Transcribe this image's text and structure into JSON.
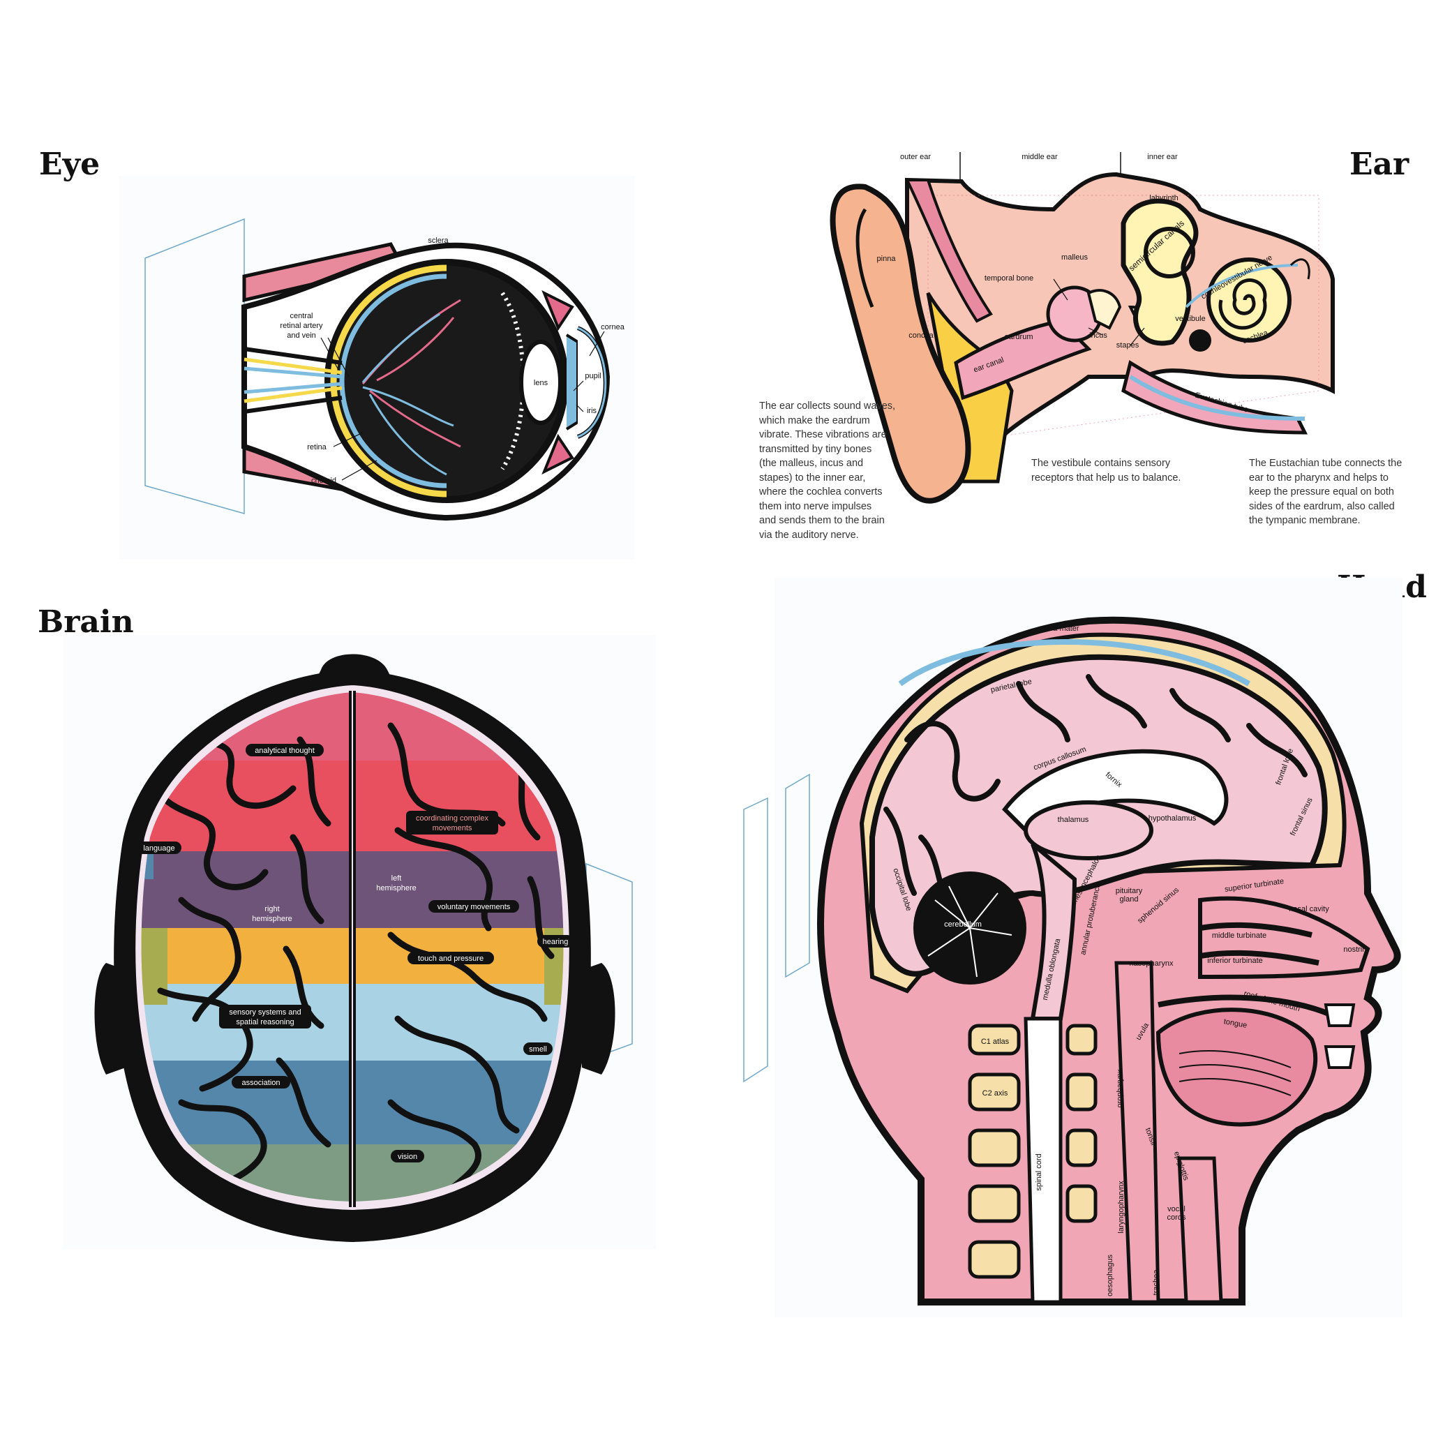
{
  "titles": {
    "eye": "Eye",
    "ear": "Ear",
    "brain": "Brain",
    "head": "Head"
  },
  "eye": {
    "labels": {
      "sclera": "sclera",
      "artery_1": "central",
      "artery_2": "retinal artery",
      "artery_3": "and vein",
      "cornea": "cornea",
      "lens": "lens",
      "pupil": "pupil",
      "iris": "iris",
      "retina": "retina",
      "choroid": "choroid"
    }
  },
  "ear": {
    "sections": {
      "outer": "outer ear",
      "middle": "middle ear",
      "inner": "inner ear"
    },
    "labels": {
      "labyrinth": "labyrinth",
      "semicircular": "semicircular canals",
      "pinna": "pinna",
      "malleus": "malleus",
      "temporal_bone": "temporal bone",
      "cochleovestibular": "cochleovestibular nerve",
      "vestibule": "vestibule",
      "concha": "concha",
      "eardrum": "eardrum",
      "incus": "incus",
      "stapes": "stapes",
      "cochlea": "cochlea",
      "ear_canal": "ear canal",
      "eustachian": "Eustachian tube"
    },
    "paragraphs": {
      "collect": [
        "The ear collects sound waves,",
        "which make the eardrum",
        "vibrate. These vibrations are",
        "transmitted by tiny bones",
        "(the malleus, incus and",
        "stapes) to the inner ear,",
        "where the cochlea converts",
        "them into nerve impulses",
        "and sends them to the brain",
        "via the auditory nerve."
      ],
      "vestibule": [
        "The vestibule contains sensory",
        "receptors that help us to balance."
      ],
      "eustachian": [
        "The Eustachian tube connects the",
        "ear to the pharynx and helps to",
        "keep the pressure equal on both",
        "sides of the eardrum, also called",
        "the tympanic membrane."
      ]
    }
  },
  "brain": {
    "labels": {
      "analytical": "analytical thought",
      "coordinating_1": "coordinating complex",
      "coordinating_2": "movements",
      "language": "language",
      "left_1": "left",
      "left_2": "hemisphere",
      "right_1": "right",
      "right_2": "hemisphere",
      "voluntary": "voluntary movements",
      "hearing": "hearing",
      "touch": "touch and pressure",
      "sensory_1": "sensory systems and",
      "sensory_2": "spatial reasoning",
      "smell": "smell",
      "association": "association",
      "vision": "vision"
    },
    "colors": {
      "pink": "#e2607a",
      "red": "#e8505f",
      "purple": "#6e5478",
      "yellow": "#f2b13e",
      "lightblue": "#a9d2e4",
      "blue": "#5487aa",
      "green": "#7e9c84",
      "olive": "#a7ac50"
    }
  },
  "head": {
    "labels": {
      "dura": "dura mater",
      "parietal": "parietal lobe",
      "corpus": "corpus callosum",
      "frontal": "frontal lobe",
      "fornix": "fornix",
      "thalamus": "thalamus",
      "hypothalamus": "hypothalamus",
      "frontal_sinus": "frontal sinus",
      "occipital": "occipital lobe",
      "mesencephalon": "mesencephalon",
      "pituitary_1": "pituitary",
      "pituitary_2": "gland",
      "sphenoid": "sphenoid sinus",
      "superior": "superior turbinate",
      "nasal": "nasal cavity",
      "annular": "annular protuberance",
      "cerebellum": "cerebellum",
      "middle_turbinate": "middle turbinate",
      "nostril": "nostril",
      "inferior": "inferior turbinate",
      "nasopharynx": "nasopharynx",
      "medulla": "medulla oblongata",
      "roof": "roof of the mouth",
      "uvula": "uvula",
      "tongue": "tongue",
      "c1": "C1 atlas",
      "c2": "C2 axis",
      "oropharynx": "oropharynx",
      "tonsil": "tonsil",
      "epiglottis": "epiglottis",
      "spinal": "spinal cord",
      "laryngopharynx": "laryngopharynx",
      "vocal_1": "vocal",
      "vocal_2": "cords",
      "oesophagus": "oesophagus",
      "trachea": "trachea"
    },
    "colors": {
      "skin": "#f0a6b4",
      "brain": "#f3c7d3",
      "bone": "#f6dfa8",
      "outline": "#111111"
    }
  }
}
